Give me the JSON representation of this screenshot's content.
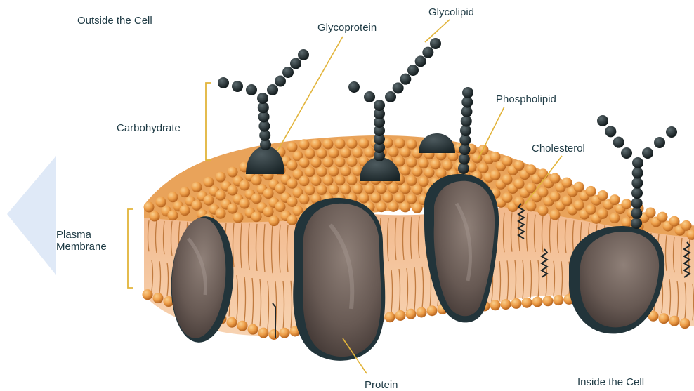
{
  "labels": {
    "outside": "Outside the Cell",
    "inside": "Inside the Cell",
    "glycoprotein": "Glycoprotein",
    "glycolipid": "Glycolipid",
    "phospholipid": "Phospholipid",
    "cholesterol": "Cholesterol",
    "carbohydrate": "Carbohydrate",
    "plasma_membrane": "Plasma Membrane",
    "protein": "Protein"
  },
  "colors": {
    "background": "#ffffff",
    "watermark": "#dfe9f7",
    "head_light": "#f3b46a",
    "head_dark": "#c9742a",
    "tail": "#c07a3e",
    "core": "#f6c9a0",
    "protein": "#6b5e58",
    "protein_dark": "#22343a",
    "sugar": "#1d2629",
    "leader": "#e2b43a",
    "text": "#1f3b45"
  }
}
